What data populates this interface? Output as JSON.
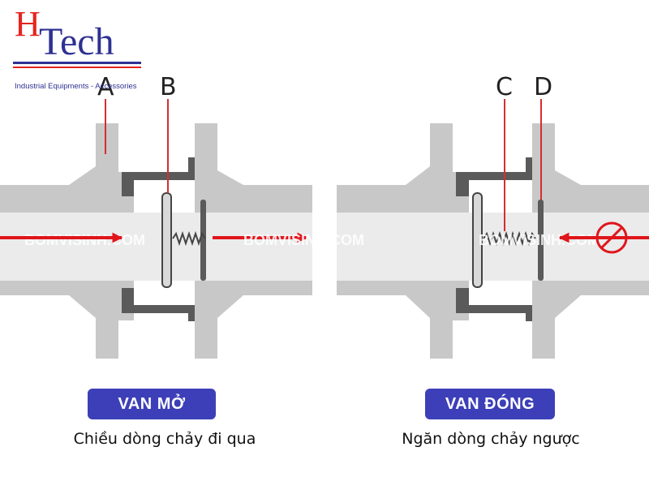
{
  "logo": {
    "letter_h": "H",
    "word_tech": "Tech",
    "tagline": "Industrial Equipments - Accessories",
    "colors": {
      "red": "#e52420",
      "blue": "#2e3192"
    }
  },
  "labels": {
    "a": "A",
    "b": "B",
    "c": "C",
    "d": "D"
  },
  "watermarks": [
    "BOMVISINH.COM",
    "BOMVISINH.COM",
    "BOMVISINH.COM"
  ],
  "open_valve": {
    "badge": "VAN MỞ",
    "caption": "Chiều dòng chảy đi qua"
  },
  "closed_valve": {
    "badge": "VAN ĐÓNG",
    "caption": "Ngăn dòng chảy ngược"
  },
  "colors": {
    "pipe_body": "#c8c8c8",
    "pipe_bore": "#ebebeb",
    "seat": "#5a5a5a",
    "flow_arrow": "#e0151b",
    "badge": "#3d3fb8"
  },
  "icons": [
    "flow-arrow-icon",
    "no-entry-icon",
    "spring-icon"
  ]
}
